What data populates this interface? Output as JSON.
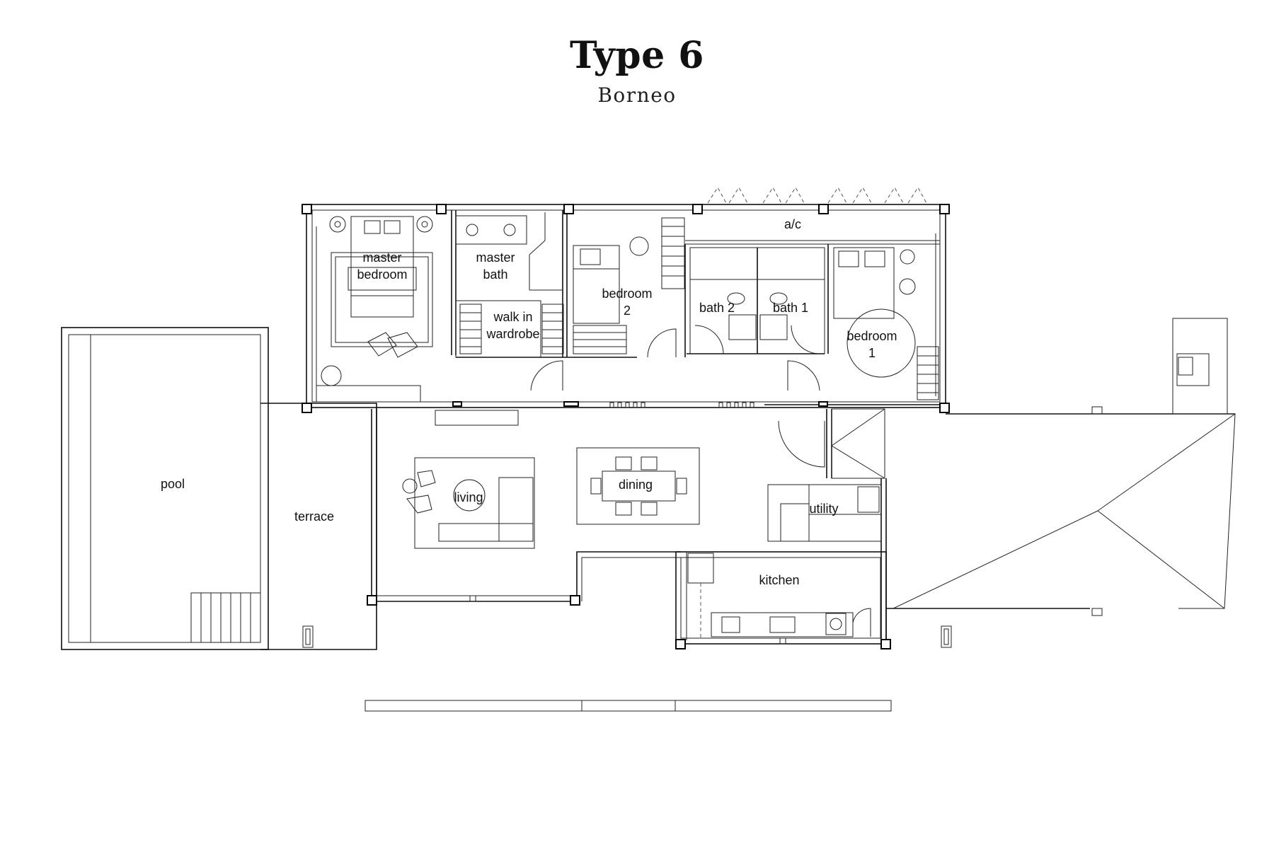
{
  "header": {
    "title": "Type 6",
    "subtitle": "Borneo"
  },
  "rooms": {
    "master_bedroom": [
      "master",
      "bedroom"
    ],
    "master_bath": [
      "master",
      "bath"
    ],
    "walk_in_wardrobe": [
      "walk in",
      "wardrobe"
    ],
    "bedroom_2": [
      "bedroom",
      "2"
    ],
    "bath_2": "bath 2",
    "bath_1": "bath 1",
    "bedroom_1": [
      "bedroom",
      "1"
    ],
    "ac": "a/c",
    "pool": "pool",
    "terrace": "terrace",
    "living": "living",
    "dining": "dining",
    "utility": "utility",
    "kitchen": "kitchen"
  }
}
